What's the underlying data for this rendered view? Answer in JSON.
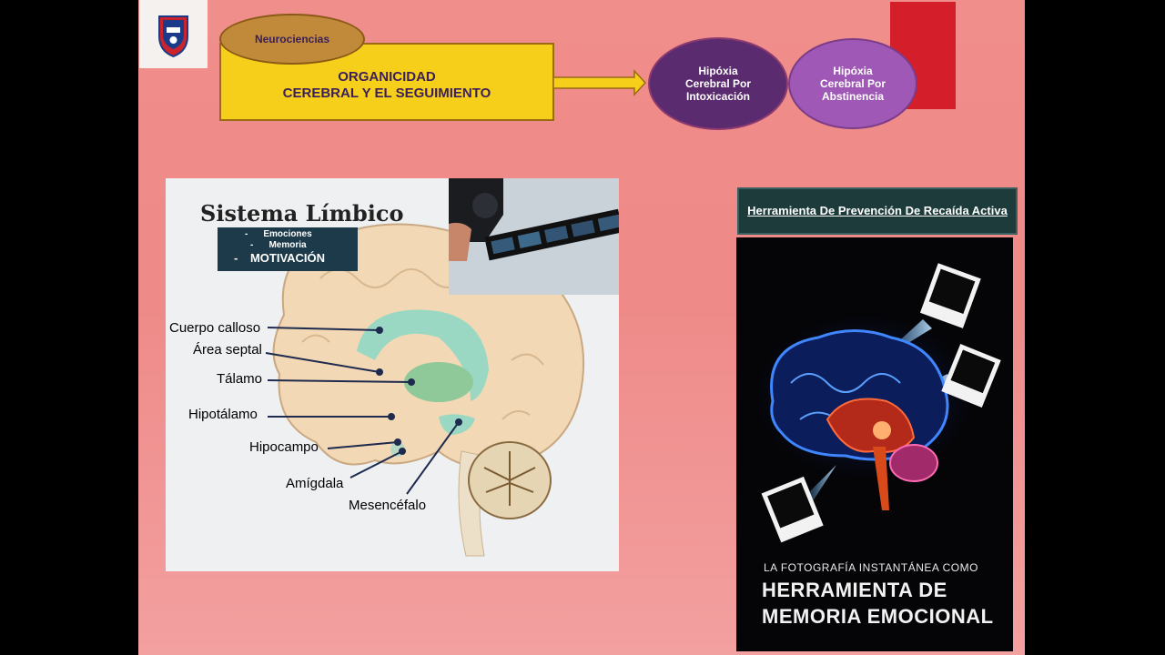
{
  "top": {
    "neuro_label": "Neurociencias",
    "main_box": "ORGANICIDAD\nCEREBRAL Y EL SEGUIMIENTO",
    "circle1": "Hipóxia\nCerebral Por\nIntoxicación",
    "circle2": "Hipóxia\nCerebral Por\nAbstinencia"
  },
  "limbic": {
    "title": "Sistema Límbico",
    "items": [
      "Emociones",
      "Memoria",
      "MOTIVACIÓN"
    ],
    "labels": [
      "Cuerpo calloso",
      "Área septal",
      "Tálamo",
      "Hipotálamo",
      "Hipocampo",
      "Amígdala",
      "Mesencéfalo"
    ]
  },
  "right": {
    "header": "Herramienta De Prevención De Recaída Activa",
    "poster_subtitle": "LA FOTOGRAFÍA INSTANTÁNEA COMO",
    "poster_title": "HERRAMIENTA DE\nMEMORIA EMOCIONAL"
  },
  "colors": {
    "slide_bg": "#f08e8c",
    "yellow": "#f6cf1a",
    "purple_dark": "#5a2b6e",
    "purple_light": "#9f58b5",
    "teal_box": "#1d3b3b",
    "red_block": "#d41f2a"
  },
  "icons": [
    "university-logo",
    "arrow-right-icon"
  ]
}
